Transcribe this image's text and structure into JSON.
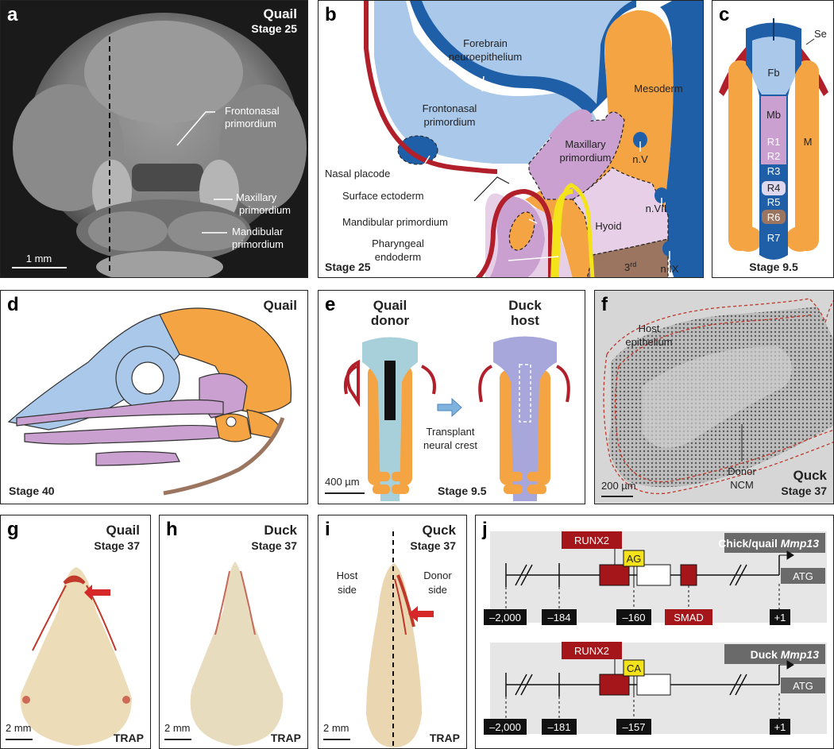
{
  "colors": {
    "forebrain_blue": "#1f5fa8",
    "light_blue": "#a9c8ea",
    "orange": "#f5a443",
    "purple": "#c9a0cf",
    "red": "#b11f2b",
    "yellow": "#f4e21a",
    "brown": "#9c7561",
    "trap_red": "#c0392b"
  },
  "panel_a": {
    "label": "a",
    "title": "Quail",
    "stage": "Stage 25",
    "frontonasal": [
      "Frontonasal",
      "primordium"
    ],
    "maxillary": [
      "Maxillary",
      "primordium"
    ],
    "mandibular": [
      "Mandibular",
      "primordium"
    ],
    "scale": "1 mm"
  },
  "panel_b": {
    "label": "b",
    "stage": "Stage 25",
    "forebrain": [
      "Forebrain",
      "neuroepithelium"
    ],
    "frontonasal": [
      "Frontonasal",
      "primordium"
    ],
    "mesoderm": "Mesoderm",
    "maxillary": [
      "Maxillary",
      "primordium"
    ],
    "nv": "n.V",
    "nasal": "Nasal placode",
    "surface": "Surface ectoderm",
    "mandibular": "Mandibular primordium",
    "hyoid": "Hyoid",
    "nvii": "n.VII",
    "pharyngeal": [
      "Pharyngeal",
      "endoderm"
    ],
    "third": "3",
    "third_sup": "rd",
    "nix": "n.IX"
  },
  "panel_c": {
    "label": "c",
    "stage": "Stage 9.5",
    "se": "Se",
    "fb": "Fb",
    "mb": "Mb",
    "m": "M",
    "segments": [
      "R1",
      "R2",
      "R3",
      "R4",
      "R5",
      "R6",
      "R7"
    ]
  },
  "panel_d": {
    "label": "d",
    "title": "Quail",
    "stage": "Stage 40"
  },
  "panel_e": {
    "label": "e",
    "donor": [
      "Quail",
      "donor"
    ],
    "host": [
      "Duck",
      "host"
    ],
    "transplant": [
      "Transplant",
      "neural crest"
    ],
    "scale": "400 µm",
    "stage": "Stage 9.5"
  },
  "panel_f": {
    "label": "f",
    "host_epi": [
      "Host",
      "epithelium"
    ],
    "donor_ncm": [
      "Donor",
      "NCM"
    ],
    "title": "Quck",
    "stage": "Stage 37",
    "scale": "200 µm"
  },
  "panel_g": {
    "label": "g",
    "title": "Quail",
    "stage": "Stage 37",
    "scale": "2 mm",
    "stain": "TRAP"
  },
  "panel_h": {
    "label": "h",
    "title": "Duck",
    "stage": "Stage 37",
    "scale": "2 mm",
    "stain": "TRAP"
  },
  "panel_i": {
    "label": "i",
    "title": "Quck",
    "stage": "Stage 37",
    "host_side": [
      "Host",
      "side"
    ],
    "donor_side": [
      "Donor",
      "side"
    ],
    "scale": "2 mm",
    "stain": "TRAP"
  },
  "panel_j": {
    "label": "j",
    "top": {
      "name_bold": "Chick/quail",
      "name_gene": "Mmp13",
      "runx2": "RUNX2",
      "motif": "AG",
      "smad": "SMAD",
      "atg": "ATG",
      "positions": [
        "–2,000",
        "–184",
        "–160",
        "+1"
      ]
    },
    "bottom": {
      "name_bold": "Duck",
      "name_gene": "Mmp13",
      "runx2": "RUNX2",
      "motif": "CA",
      "atg": "ATG",
      "positions": [
        "–2,000",
        "–181",
        "–157",
        "+1"
      ]
    }
  }
}
